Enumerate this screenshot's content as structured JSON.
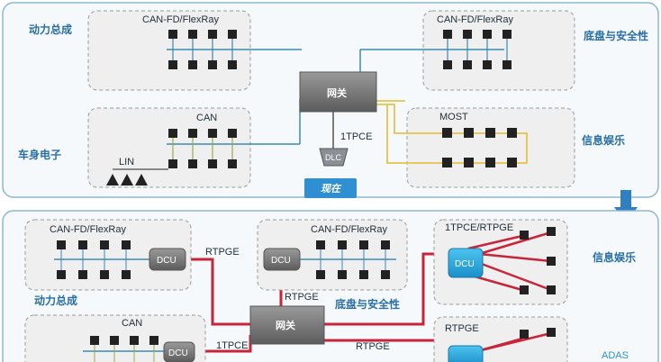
{
  "top": {
    "status_label": "现在",
    "domains": {
      "powertrain": "动力总成",
      "body": "车身电子",
      "chassis": "底盘与安全性",
      "infotainment": "信息娱乐"
    },
    "buses": {
      "powertrain": "CAN-FD/FlexRay",
      "chassis": "CAN-FD/FlexRay",
      "body_can": "CAN",
      "body_lin": "LIN",
      "most": "MOST"
    },
    "gateway": "网关",
    "diag_link": "1TPCE",
    "dlc": "DLC"
  },
  "bottom": {
    "domains": {
      "powertrain": "动力总成",
      "chassis": "底盘与安全性",
      "infotainment": "信息娱乐",
      "adas": "ADAS"
    },
    "buses": {
      "powertrain": "CAN-FD/FlexRay",
      "chassis": "CAN-FD/FlexRay",
      "body_can": "CAN",
      "infotainment": "1TPCE/RTPGE",
      "adas": "RTPGE"
    },
    "dcu": "DCU",
    "gateway": "网关",
    "links": {
      "powertrain": "RTPGE",
      "chassis": "RTPGE",
      "body": "1TPCE",
      "adas": "RTPGE"
    }
  },
  "colors": {
    "panel_stroke": "#8fb7cf",
    "ecu": "#222222",
    "link_top": "#3b8ab0",
    "most_ring": "#e5c34a",
    "link_bottom": "#c8243a",
    "dcu_blue": "#27a9e1",
    "gateway": "#777777"
  }
}
